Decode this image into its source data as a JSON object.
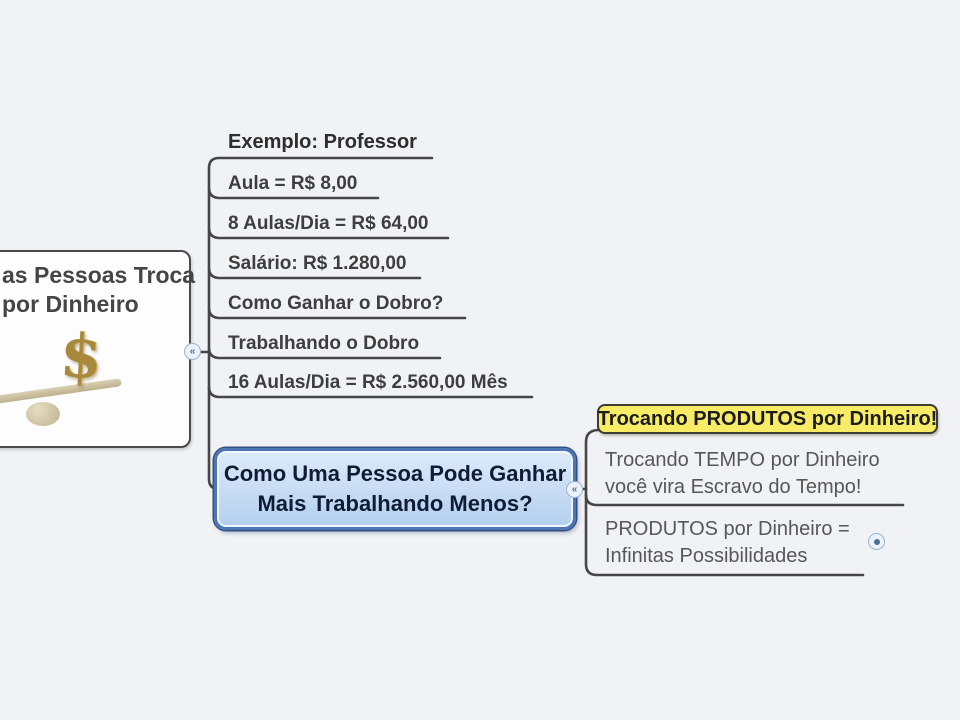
{
  "left_node": {
    "line1": "as Pessoas Troca",
    "line2": "por Dinheiro",
    "dollar_glyph": "$"
  },
  "example_branch": {
    "title": "Exemplo: Professor",
    "items": [
      "Aula = R$ 8,00",
      "8 Aulas/Dia = R$ 64,00",
      "Salário: R$ 1.280,00",
      "Como Ganhar o Dobro?",
      "Trabalhando o Dobro",
      "16 Aulas/Dia = R$ 2.560,00 Mês"
    ]
  },
  "central_node": {
    "line1": "Como Uma Pessoa Pode Ganhar",
    "line2": "Mais Trabalhando Menos?"
  },
  "right_branch": {
    "highlight": "Trocando PRODUTOS por Dinheiro!",
    "item1_line1": "Trocando TEMPO por Dinheiro",
    "item1_line2": "você vira Escravo do Tempo!",
    "item2_line1": "PRODUTOS por Dinheiro =",
    "item2_line2": "Infinitas Possibilidades"
  },
  "icons": {
    "fold_glyph": "«"
  },
  "colors": {
    "background": "#f1f2f5",
    "branch_line": "#464646",
    "central_border": "#4e74b2",
    "central_fill_top": "#ddebfa",
    "central_fill_bottom": "#b2cfee",
    "highlight_fill": "#f8ec67",
    "dollar_gold": "#a8893c",
    "gray_text": "#575757",
    "dark_text": "#3e3e3e"
  }
}
